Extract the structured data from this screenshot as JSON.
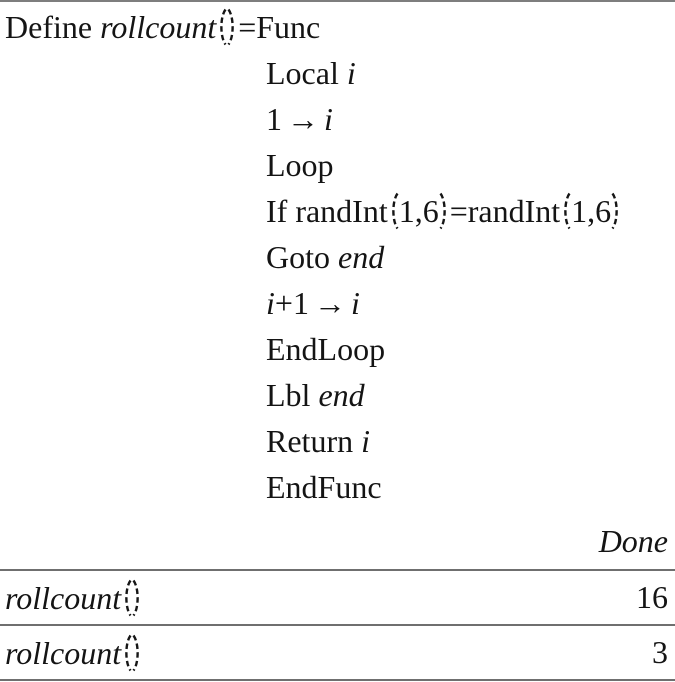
{
  "app": {
    "name": "TI-Nspire Calculator history view"
  },
  "colors": {
    "background": "#ffffff",
    "text": "#141414",
    "top_border": "#7e7e7e",
    "separator": "#6f6f6f"
  },
  "entries": [
    {
      "type": "definition",
      "input_lines": [
        {
          "indent": false,
          "segments": [
            {
              "t": "Define ",
              "s": "rm"
            },
            {
              "t": "rollcount",
              "s": "it"
            },
            {
              "s": "po"
            },
            {
              "s": "pc"
            },
            {
              "t": "=Func",
              "s": "rm"
            }
          ]
        },
        {
          "indent": true,
          "segments": [
            {
              "t": "Local ",
              "s": "rm"
            },
            {
              "t": "i",
              "s": "it"
            }
          ]
        },
        {
          "indent": true,
          "segments": [
            {
              "t": "1",
              "s": "rm"
            },
            {
              "t": "→",
              "s": "ar"
            },
            {
              "t": "i",
              "s": "it"
            }
          ]
        },
        {
          "indent": true,
          "segments": [
            {
              "t": "Loop",
              "s": "rm"
            }
          ]
        },
        {
          "indent": true,
          "segments": [
            {
              "t": "If randInt",
              "s": "rm"
            },
            {
              "s": "po"
            },
            {
              "t": "1,6",
              "s": "rm"
            },
            {
              "s": "pc"
            },
            {
              "t": "=randInt",
              "s": "rm"
            },
            {
              "s": "po"
            },
            {
              "t": "1,6",
              "s": "rm"
            },
            {
              "s": "pc"
            }
          ]
        },
        {
          "indent": true,
          "segments": [
            {
              "t": "Goto ",
              "s": "rm"
            },
            {
              "t": "end",
              "s": "it"
            }
          ]
        },
        {
          "indent": true,
          "segments": [
            {
              "t": "i",
              "s": "it"
            },
            {
              "t": "+1",
              "s": "rm"
            },
            {
              "t": "→",
              "s": "ar"
            },
            {
              "t": "i",
              "s": "it"
            }
          ]
        },
        {
          "indent": true,
          "segments": [
            {
              "t": "EndLoop",
              "s": "rm"
            }
          ]
        },
        {
          "indent": true,
          "segments": [
            {
              "t": "Lbl ",
              "s": "rm"
            },
            {
              "t": "end",
              "s": "it"
            }
          ]
        },
        {
          "indent": true,
          "segments": [
            {
              "t": "Return ",
              "s": "rm"
            },
            {
              "t": "i",
              "s": "it"
            }
          ]
        },
        {
          "indent": true,
          "segments": [
            {
              "t": "EndFunc",
              "s": "rm"
            }
          ]
        }
      ],
      "result": {
        "text": "Done",
        "style": "it"
      }
    },
    {
      "type": "evaluation",
      "input_segments": [
        {
          "t": "rollcount",
          "s": "it"
        },
        {
          "s": "po"
        },
        {
          "s": "pc"
        }
      ],
      "result": {
        "text": "16",
        "style": "rm"
      }
    },
    {
      "type": "evaluation",
      "input_segments": [
        {
          "t": "rollcount",
          "s": "it"
        },
        {
          "s": "po"
        },
        {
          "s": "pc"
        }
      ],
      "result": {
        "text": "3",
        "style": "rm"
      }
    }
  ]
}
